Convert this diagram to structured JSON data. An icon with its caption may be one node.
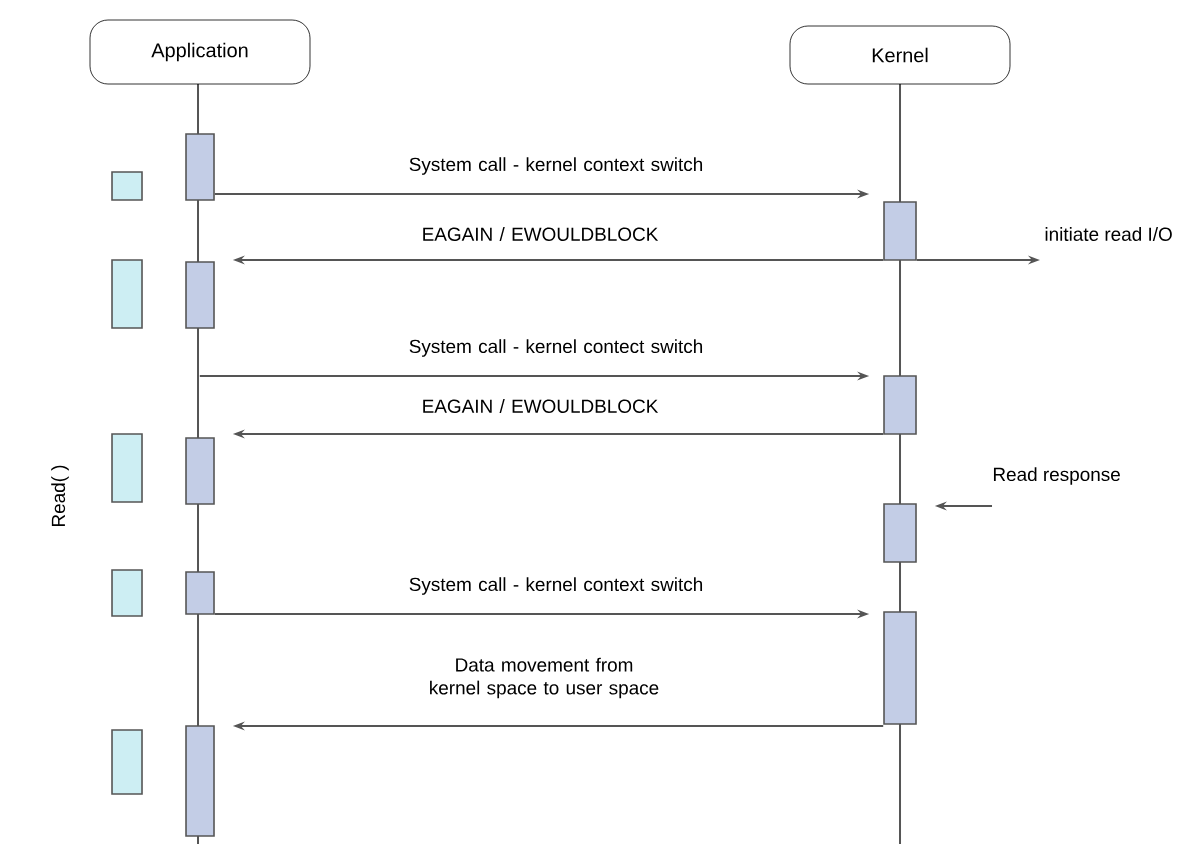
{
  "diagram": {
    "nodes": [
      {
        "text": [
          "Application"
        ]
      },
      {
        "text": [
          "Kernel"
        ]
      },
      {
        "text": [],
        "shape": "bar"
      },
      {
        "text": [],
        "shape": "bar"
      },
      {
        "text": [],
        "shape": "bar"
      },
      {
        "text": [],
        "shape": "bar"
      },
      {
        "text": [],
        "shape": "bar"
      },
      {
        "text": [],
        "shape": "bar"
      },
      {
        "text": [],
        "shape": "bar"
      },
      {
        "text": [],
        "shape": "bar"
      },
      {
        "text": [],
        "shape": "bar"
      },
      {
        "text": [],
        "shape": "box"
      },
      {
        "text": [],
        "shape": "box"
      },
      {
        "text": [],
        "shape": "box"
      },
      {
        "text": [],
        "shape": "box"
      },
      {
        "text": [],
        "shape": "box"
      },
      {
        "text": [
          "initiate read I/O"
        ]
      },
      {
        "text": [
          "Read response"
        ]
      },
      {
        "text": [],
        "shape": "line"
      },
      {
        "text": [],
        "shape": "line"
      }
    ],
    "edges": [
      {
        "from": 2,
        "to": 7,
        "arrow": "to",
        "label": "System call - kernel context switch"
      },
      {
        "from": 7,
        "to": 3,
        "arrow": "to",
        "label": "EAGAIN / EWOULDBLOCK"
      },
      {
        "from": 7,
        "to": 16,
        "arrow": "to"
      },
      {
        "from": 18,
        "to": 8,
        "arrow": "to",
        "label": "System call - kernel contect switch"
      },
      {
        "from": 8,
        "to": 4,
        "arrow": "to",
        "label": "EAGAIN / EWOULDBLOCK"
      },
      {
        "from": 17,
        "to": 9,
        "arrow": "to"
      },
      {
        "from": 5,
        "to": 10,
        "arrow": "to",
        "label": "System call - kernel context switch"
      },
      {
        "from": 10,
        "to": 6,
        "arrow": "to",
        "label": "Data movement from kernel space to user space"
      }
    ],
    "labels": [
      "Read( )"
    ]
  }
}
